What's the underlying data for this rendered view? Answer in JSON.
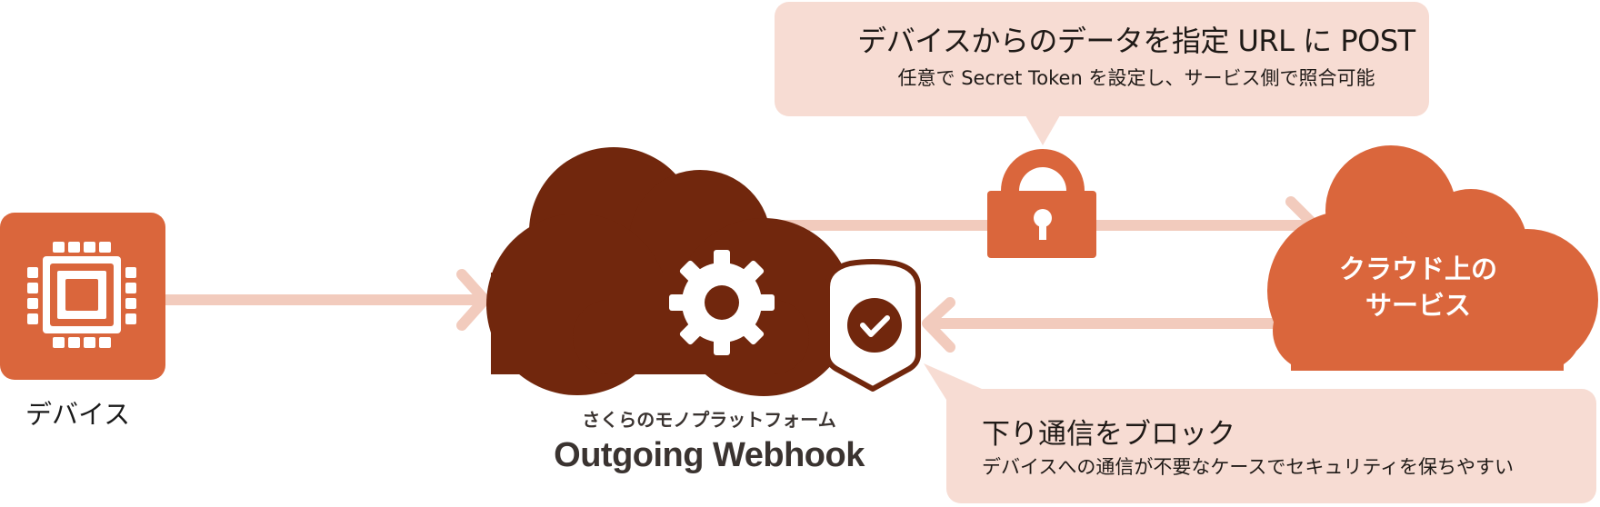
{
  "colors": {
    "accent_orange": "#DA663C",
    "dark_brown": "#71270D",
    "light_pink": "#F7DCD3",
    "arrow_pink": "#F2CBBD",
    "text_dark": "#1F1A17",
    "platform_text": "#3A3330"
  },
  "device": {
    "icon": "cpu-chip-icon",
    "label": "デバイス"
  },
  "platform": {
    "cloud_icon": "cloud-gear-icon",
    "shield_icon": "shield-check-icon",
    "subtitle": "さくらのモノプラットフォーム",
    "title": "Outgoing Webhook"
  },
  "lock": {
    "icon": "padlock-icon"
  },
  "cloud_service": {
    "label_line1": "クラウド上の",
    "label_line2": "サービス"
  },
  "callout_top": {
    "title": "デバイスからのデータを指定 URL に POST",
    "subtitle": "任意で Secret Token を設定し、サービス側で照合可能"
  },
  "callout_bottom": {
    "title": "下り通信をブロック",
    "subtitle": "デバイスへの通信が不要なケースでセキュリティを保ちやすい"
  },
  "arrows": [
    {
      "from": "device",
      "to": "platform",
      "direction": "right"
    },
    {
      "from": "platform",
      "to": "cloud_service",
      "direction": "right",
      "via": "lock"
    },
    {
      "from": "cloud_service",
      "to": "platform",
      "direction": "left",
      "blocked_by": "shield"
    }
  ]
}
